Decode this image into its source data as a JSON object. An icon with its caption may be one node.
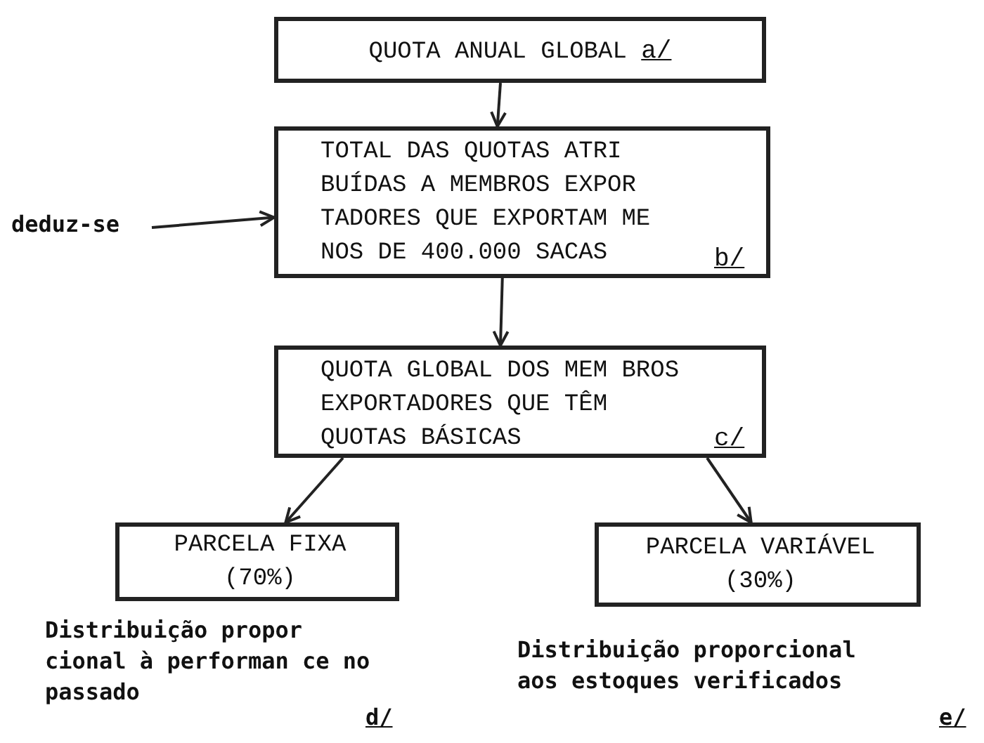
{
  "diagram": {
    "nodes": [
      {
        "text": [
          "QUOTA ANUAL GLOBAL",
          "a/"
        ]
      },
      {
        "text": [
          "deduz-se"
        ]
      },
      {
        "text": [
          "TOTAL DAS QUOTAS ATRI BUÍDAS A MEMBROS EXPOR TADORES QUE EXPORTAM ME NOS DE 400.000 SACAS",
          "b/"
        ]
      },
      {
        "text": [
          "QUOTA GLOBAL DOS MEM BROS EXPORTADORES QUE TÊM QUOTAS BÁSICAS",
          "c/"
        ]
      },
      {
        "text": [
          "PARCELA FIXA (70%)"
        ],
        "beside": [
          "Distribuição propor cional à performan ce no passado",
          "d/"
        ]
      },
      {
        "text": [
          "PARCELA VARIÁVEL (30%)"
        ],
        "beside": [
          "Distribuição proporcional aos estoques verificados",
          "e/"
        ]
      }
    ],
    "edges": [
      {
        "from": 0,
        "to": 2,
        "arrow": "to"
      },
      {
        "from": 1,
        "to": 2,
        "arrow": "to"
      },
      {
        "from": 2,
        "to": 3,
        "arrow": "to"
      },
      {
        "from": 3,
        "to": 4,
        "arrow": "to"
      },
      {
        "from": 3,
        "to": 5,
        "arrow": "to"
      }
    ]
  }
}
